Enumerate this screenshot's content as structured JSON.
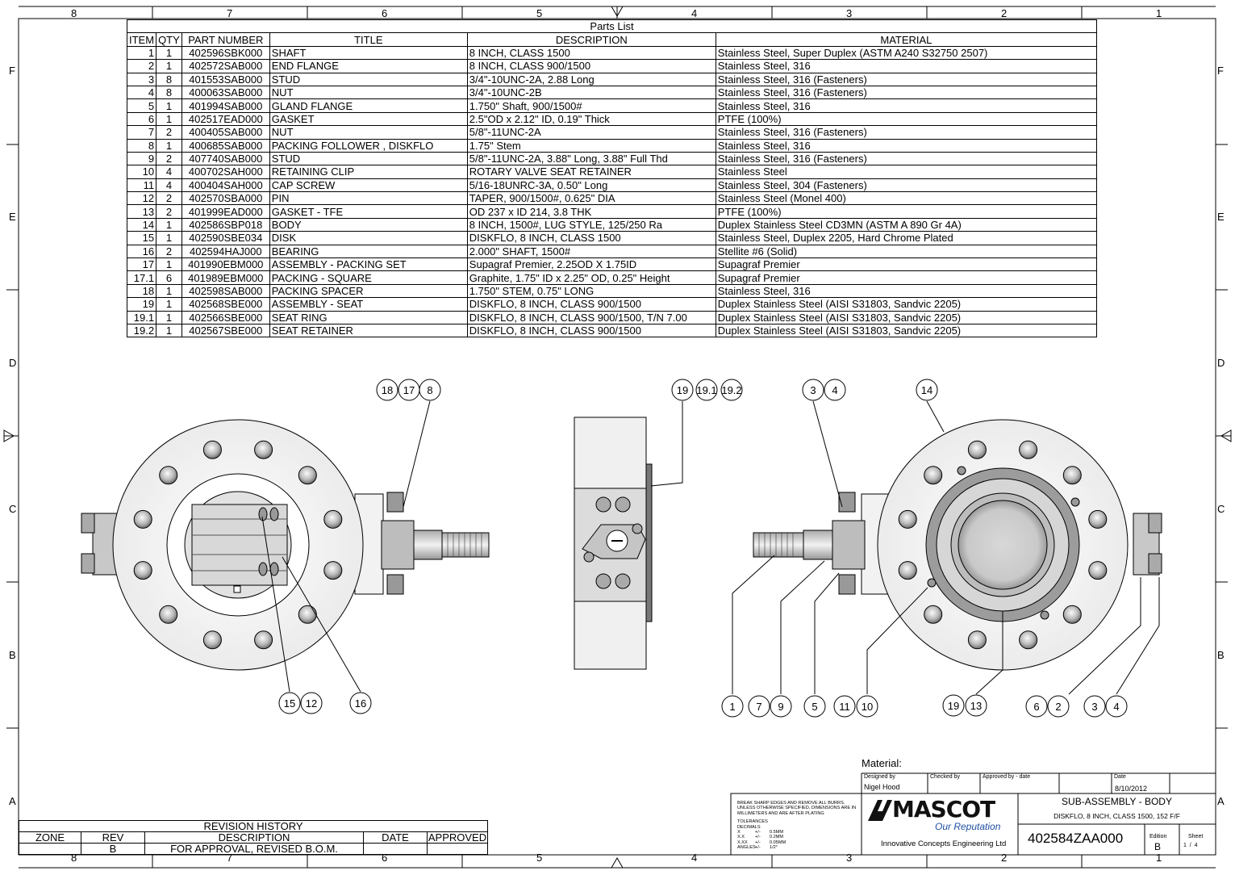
{
  "border": {
    "columns": [
      "8",
      "7",
      "6",
      "5",
      "4",
      "3",
      "2",
      "1"
    ],
    "rows": [
      "F",
      "E",
      "D",
      "C",
      "B",
      "A"
    ]
  },
  "parts_list": {
    "caption": "Parts List",
    "headers": [
      "ITEM",
      "QTY",
      "PART NUMBER",
      "TITLE",
      "DESCRIPTION",
      "MATERIAL"
    ],
    "rows": [
      [
        "1",
        "1",
        "402596SBK000",
        "SHAFT",
        "8 INCH, CLASS 1500",
        "Stainless Steel, Super Duplex (ASTM A240 S32750 2507)"
      ],
      [
        "2",
        "1",
        "402572SAB000",
        "END FLANGE",
        "8 INCH, CLASS 900/1500",
        "Stainless Steel, 316"
      ],
      [
        "3",
        "8",
        "401553SAB000",
        "STUD",
        "3/4\"-10UNC-2A, 2.88 Long",
        "Stainless Steel, 316 (Fasteners)"
      ],
      [
        "4",
        "8",
        "400063SAB000",
        "NUT",
        "3/4\"-10UNC-2B",
        "Stainless Steel, 316 (Fasteners)"
      ],
      [
        "5",
        "1",
        "401994SAB000",
        "GLAND FLANGE",
        "1.750\" Shaft, 900/1500#",
        "Stainless Steel, 316"
      ],
      [
        "6",
        "1",
        "402517EAD000",
        "GASKET",
        "2.5\"OD x 2.12\" ID, 0.19\" Thick",
        "PTFE (100%)"
      ],
      [
        "7",
        "2",
        "400405SAB000",
        "NUT",
        "5/8\"-11UNC-2A",
        "Stainless Steel, 316 (Fasteners)"
      ],
      [
        "8",
        "1",
        "400685SAB000",
        "PACKING FOLLOWER , DISKFLO",
        "1.75\" Stem",
        "Stainless Steel, 316"
      ],
      [
        "9",
        "2",
        "407740SAB000",
        "STUD",
        "5/8\"-11UNC-2A, 3.88\" Long, 3.88\" Full Thd",
        "Stainless Steel, 316 (Fasteners)"
      ],
      [
        "10",
        "4",
        "400702SAH000",
        "RETAINING CLIP",
        "ROTARY VALVE SEAT RETAINER",
        "Stainless Steel"
      ],
      [
        "11",
        "4",
        "400404SAH000",
        "CAP SCREW",
        "5/16-18UNRC-3A, 0.50\" Long",
        "Stainless Steel, 304 (Fasteners)"
      ],
      [
        "12",
        "2",
        "402570SBA000",
        "PIN",
        "TAPER, 900/1500#, 0.625\" DIA",
        "Stainless Steel (Monel 400)"
      ],
      [
        "13",
        "2",
        "401999EAD000",
        "GASKET - TFE",
        "OD 237 x ID 214, 3.8 THK",
        "PTFE (100%)"
      ],
      [
        "14",
        "1",
        "402586SBP018",
        "BODY",
        "8 INCH, 1500#, LUG STYLE, 125/250 Ra",
        "Duplex Stainless Steel CD3MN (ASTM A 890 Gr 4A)"
      ],
      [
        "15",
        "1",
        "402590SBE034",
        "DISK",
        "DISKFLO, 8 INCH, CLASS 1500",
        "Stainless Steel, Duplex 2205, Hard Chrome Plated"
      ],
      [
        "16",
        "2",
        "402594HAJ000",
        "BEARING",
        "2.000\" SHAFT, 1500#",
        "Stellite #6 (Solid)"
      ],
      [
        "17",
        "1",
        "401990EBM000",
        "ASSEMBLY - PACKING SET",
        "Supagraf Premier, 2.25OD X 1.75ID",
        "Supagraf Premier"
      ],
      [
        "17.1",
        "6",
        "401989EBM000",
        "PACKING - SQUARE",
        "Graphite, 1.75\" ID x 2.25\" OD, 0.25\" Height",
        "Supagraf Premier"
      ],
      [
        "18",
        "1",
        "402598SAB000",
        "PACKING SPACER",
        "1.750\" STEM, 0.75\" LONG",
        "Stainless Steel, 316"
      ],
      [
        "19",
        "1",
        "402568SBE000",
        "ASSEMBLY - SEAT",
        "DISKFLO, 8 INCH, CLASS 900/1500",
        "Duplex Stainless Steel (AISI S31803, Sandvic 2205)"
      ],
      [
        "19.1",
        "1",
        "402566SBE000",
        "SEAT RING",
        "DISKFLO, 8 INCH, CLASS 900/1500, T/N 7.00",
        "Duplex Stainless Steel (AISI S31803, Sandvic 2205)"
      ],
      [
        "19.2",
        "1",
        "402567SBE000",
        "SEAT RETAINER",
        "DISKFLO, 8 INCH, CLASS 900/1500",
        "Duplex Stainless Steel (AISI S31803, Sandvic 2205)"
      ]
    ]
  },
  "balloons": {
    "left": [
      "18",
      "17",
      "8",
      "15",
      "12",
      "16"
    ],
    "middle": [
      "19",
      "19.1",
      "19.2"
    ],
    "right_top": [
      "3",
      "4",
      "14"
    ],
    "right_bottom": [
      "1",
      "7",
      "9",
      "5",
      "11",
      "10",
      "19",
      "13",
      "6",
      "2",
      "3",
      "4"
    ]
  },
  "revision_history": {
    "title": "REVISION HISTORY",
    "headers": [
      "ZONE",
      "REV",
      "DESCRIPTION",
      "DATE",
      "APPROVED"
    ],
    "row": [
      "",
      "B",
      "FOR APPROVAL, REVISED B.O.M.",
      "",
      ""
    ]
  },
  "title_block": {
    "material_label": "Material:",
    "designed_by_label": "Designed by",
    "designed_by": "Nigel Hood",
    "checked_by_label": "Checked by",
    "approved_by_label": "Approved by - date",
    "date_label": "Date",
    "date": "8/10/2012",
    "notes": [
      "BREAK SHARP EDGES AND REMOVE ALL BURRS.",
      "UNLESS OTHERWISE SPECIFIED, DIMENSIONS ARE IN",
      "MILLIMETERS AND ARE AFTER PLATING"
    ],
    "tolerances_title": "TOLERANCES",
    "decimals_title": "DECIMALS",
    "tolerances": [
      [
        "X",
        "+/-",
        "0.5MM"
      ],
      [
        "X.X",
        "+/-",
        "0.2MM"
      ],
      [
        "X.XX",
        "+/-",
        "0.05MM"
      ],
      [
        "ANGLES",
        "+/-",
        "1/2°"
      ]
    ],
    "logo_text": "MASCOT",
    "logo_tagline": "Our Reputation",
    "company": "Innovative Concepts Engineering Ltd",
    "title": "SUB-ASSEMBLY - BODY",
    "subtitle": "DISKFLO, 8 INCH, CLASS 1500, 152 F/F",
    "drawing_number": "402584ZAA000",
    "edition_label": "Edition",
    "edition": "B",
    "sheet_label": "Sheet",
    "sheet": "1  /  4"
  }
}
